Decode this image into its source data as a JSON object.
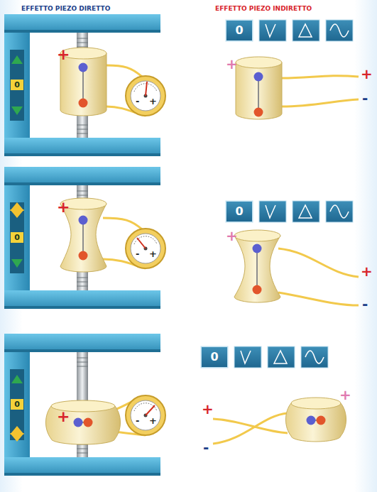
{
  "diagram": {
    "nodes": [
      {
        "text": [
          "0"
        ]
      },
      {
        "text": [
          "0"
        ]
      },
      {
        "text": [
          "0"
        ]
      },
      {
        "text": [
          "0"
        ]
      },
      {
        "text": [
          "0"
        ]
      },
      {
        "text": [
          "0"
        ]
      }
    ],
    "labels": [
      "EFFETTO PIEZO DIRETTO",
      "EFFETTO PIEZO INDIRETTO",
      "+",
      "-",
      "+",
      "+",
      "+",
      "-",
      "+",
      "-",
      "+",
      "+",
      "+",
      "-",
      "+",
      "-",
      "+",
      "+",
      "+",
      "-"
    ]
  }
}
